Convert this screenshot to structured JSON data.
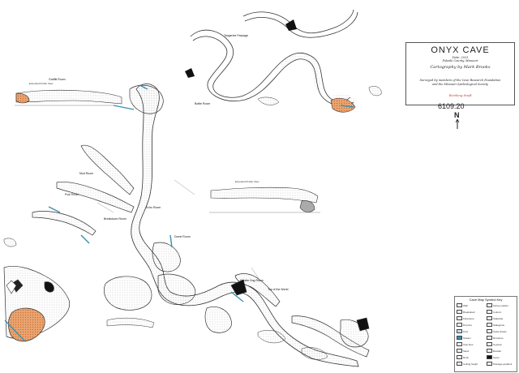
{
  "title_block": {
    "title": "ONYX CAVE",
    "subtitle_1": "Date: 2023",
    "subtitle_2": "Pulaski County, Missouri",
    "cartography": "Cartography by Mark Brooks",
    "surveyed_by_1": "Surveyed by members of the Cave Research Foundation",
    "surveyed_by_2": "and the Missouri Speleological Society",
    "status": "Working draft"
  },
  "scale": {
    "value": "6109.20",
    "unit_tick": "·"
  },
  "north_arrow": {
    "label": "N"
  },
  "passage_labels": [
    "Graffiti Room",
    "Bottle Room",
    "Mud Room",
    "Breakdown Room",
    "Dome Room",
    "Double Dog Room",
    "Top of the World",
    "Tangerine Passage",
    "Pool Room",
    "Echo Room"
  ],
  "profile_titles": {
    "left": "Extended Profile View",
    "right": "Extended Profile View"
  },
  "legend": {
    "title": "Cave Map Symbol Key",
    "items": [
      "Wall",
      "Breakdown",
      "Flowstone",
      "Drip line",
      "Pool",
      "Stream",
      "Clay floor",
      "Sand",
      "Rock",
      "Ceiling height",
      "Survey station",
      "Column",
      "Stalactite",
      "Stalagmite",
      "Soda straws",
      "Rimstone",
      "Gypsum",
      "Boulder",
      "Sump",
      "Passage gradient"
    ]
  },
  "colors": {
    "water": "#3a8fb0",
    "breakdown_fill": "#e2884a",
    "ink": "#333333",
    "status_red": "#c0392b"
  }
}
